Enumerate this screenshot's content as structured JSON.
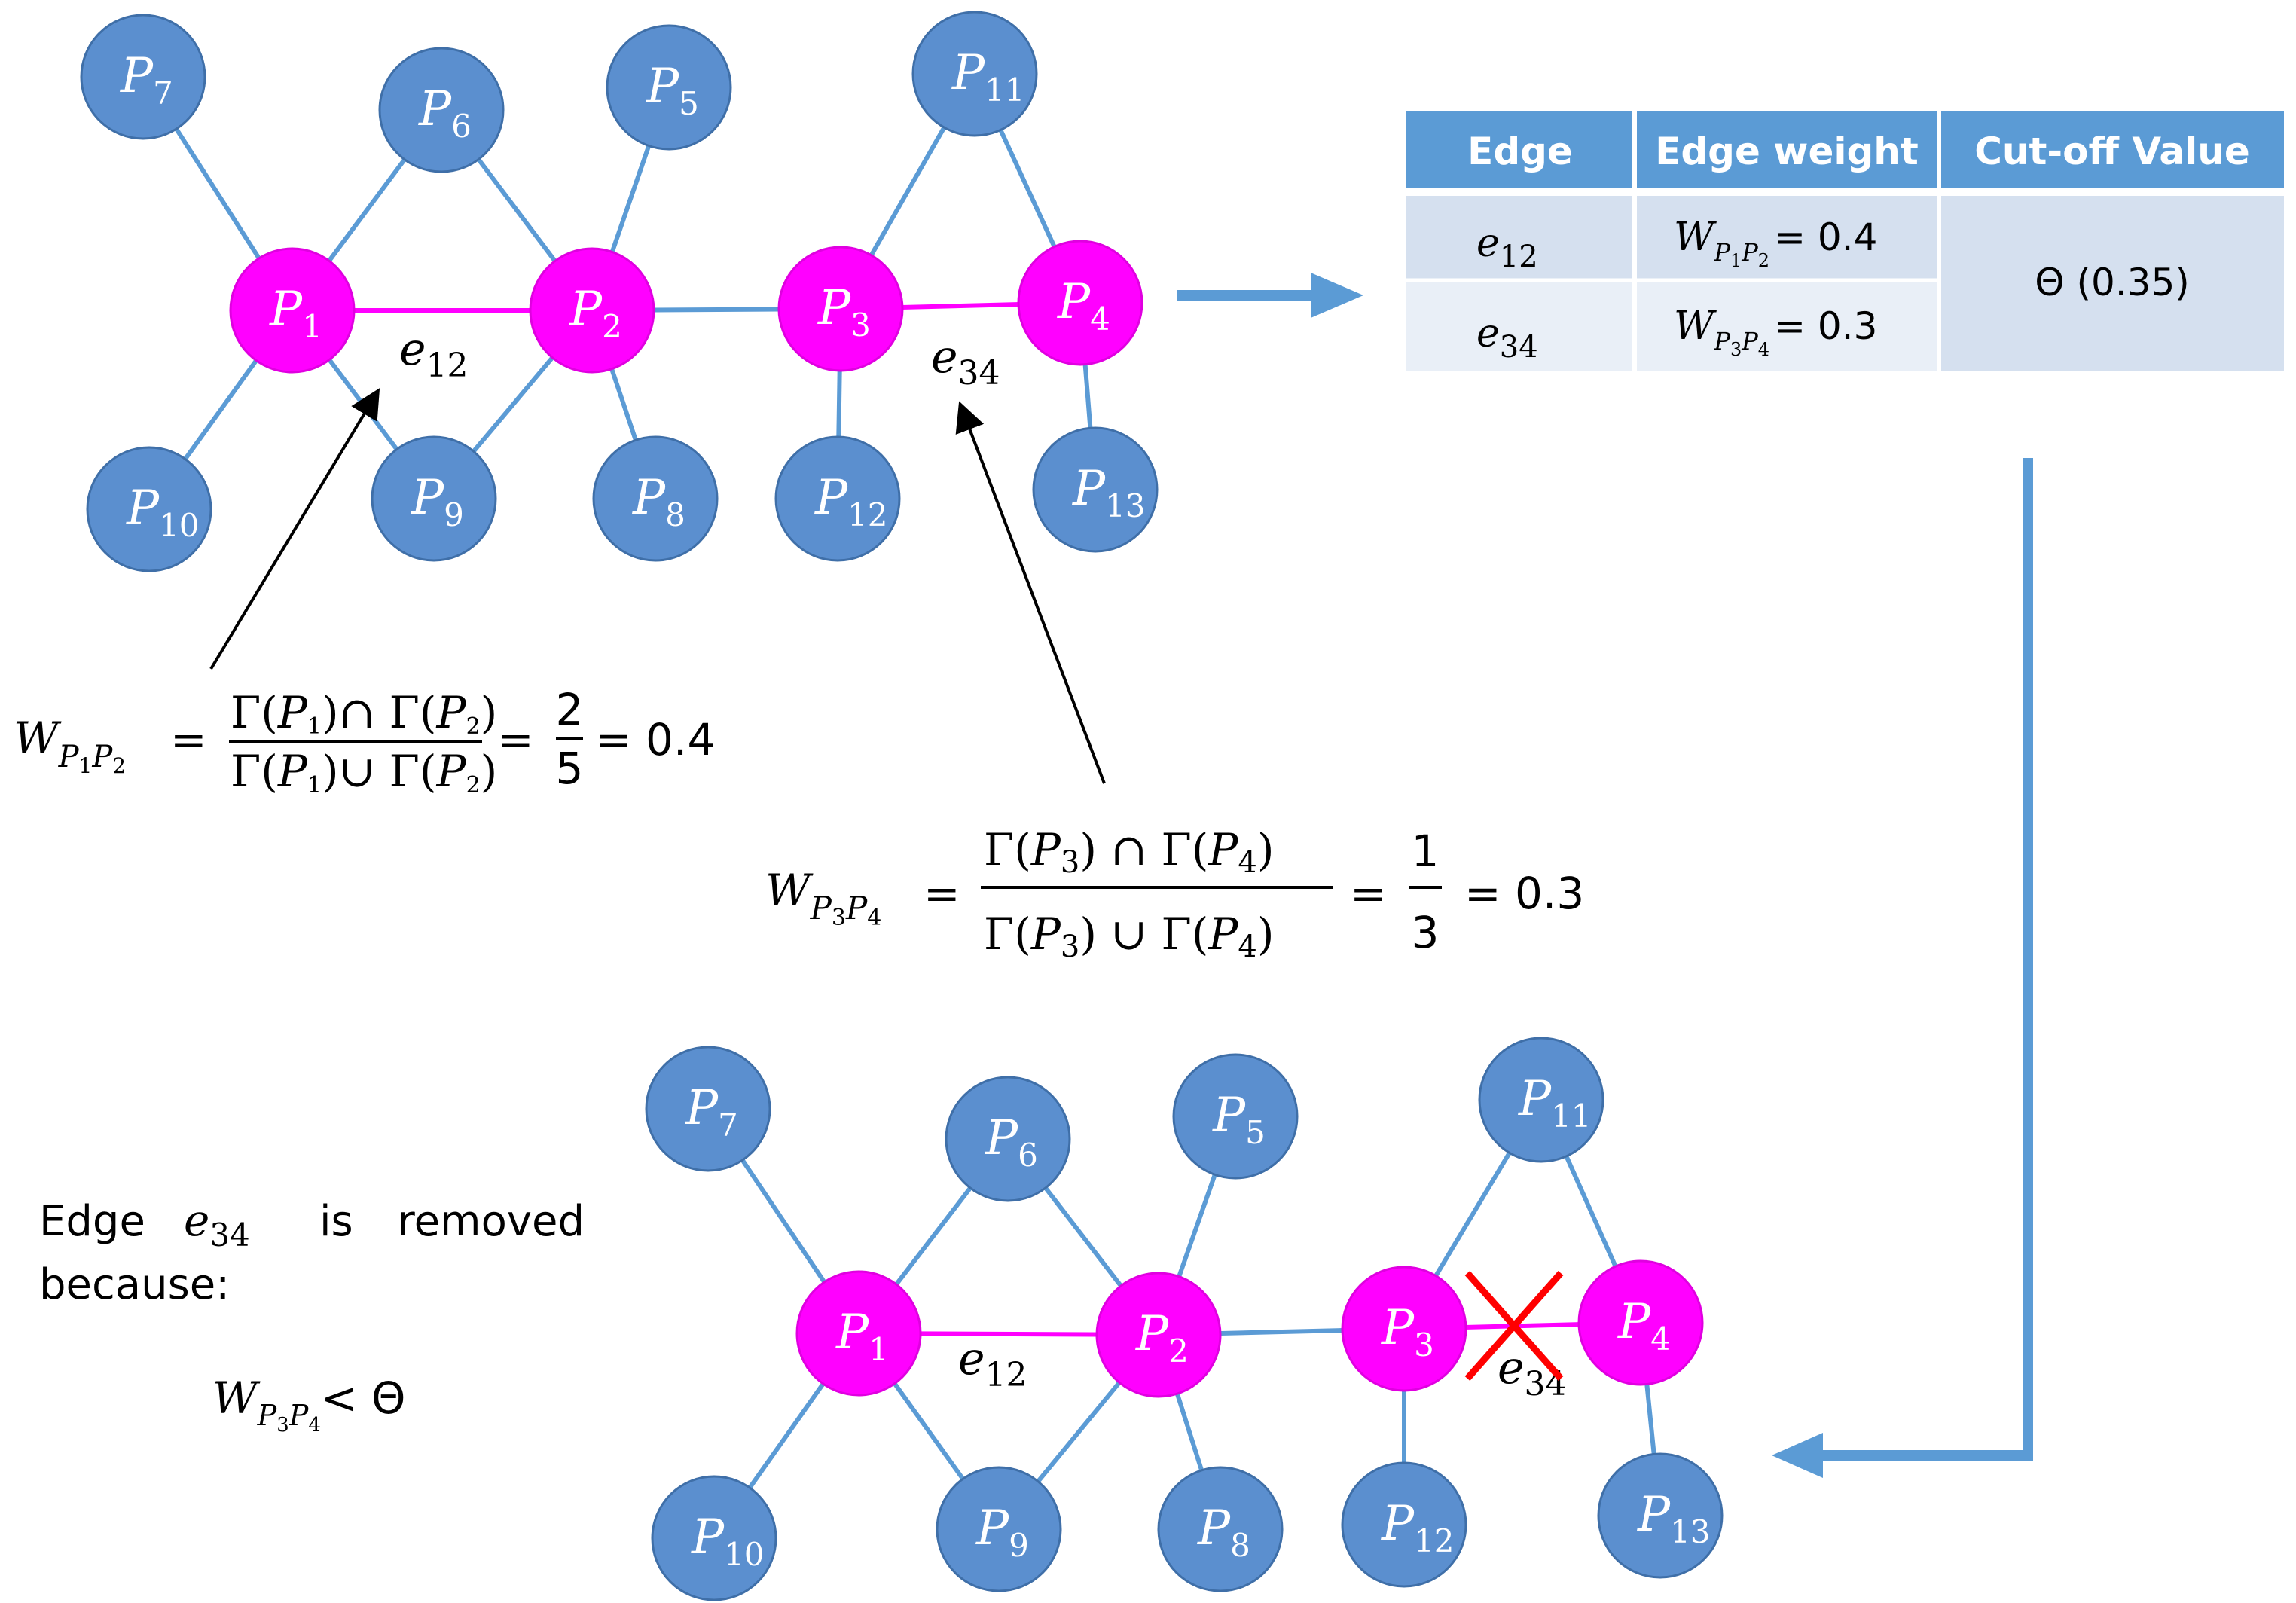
{
  "graph": {
    "nodes": {
      "P1": {
        "base": "P",
        "sub": "1"
      },
      "P2": {
        "base": "P",
        "sub": "2"
      },
      "P3": {
        "base": "P",
        "sub": "3"
      },
      "P4": {
        "base": "P",
        "sub": "4"
      },
      "P5": {
        "base": "P",
        "sub": "5"
      },
      "P6": {
        "base": "P",
        "sub": "6"
      },
      "P7": {
        "base": "P",
        "sub": "7"
      },
      "P8": {
        "base": "P",
        "sub": "8"
      },
      "P9": {
        "base": "P",
        "sub": "9"
      },
      "P10": {
        "base": "P",
        "sub": "10"
      },
      "P11": {
        "base": "P",
        "sub": "11"
      },
      "P12": {
        "base": "P",
        "sub": "12"
      },
      "P13": {
        "base": "P",
        "sub": "13"
      }
    },
    "highlighted_nodes": [
      "P1",
      "P2",
      "P3",
      "P4"
    ],
    "edges": [
      [
        "P1",
        "P7"
      ],
      [
        "P1",
        "P6"
      ],
      [
        "P1",
        "P10"
      ],
      [
        "P1",
        "P9"
      ],
      [
        "P1",
        "P2"
      ],
      [
        "P2",
        "P6"
      ],
      [
        "P2",
        "P5"
      ],
      [
        "P2",
        "P9"
      ],
      [
        "P2",
        "P8"
      ],
      [
        "P2",
        "P3"
      ],
      [
        "P3",
        "P11"
      ],
      [
        "P3",
        "P12"
      ],
      [
        "P3",
        "P4"
      ],
      [
        "P4",
        "P11"
      ],
      [
        "P4",
        "P13"
      ]
    ],
    "highlighted_edges": [
      [
        "P1",
        "P2"
      ],
      [
        "P3",
        "P4"
      ]
    ],
    "removed_edge": [
      "P3",
      "P4"
    ],
    "edge_labels": {
      "e12": {
        "base": "e",
        "sub": "12"
      },
      "e34": {
        "base": "e",
        "sub": "34"
      }
    }
  },
  "table": {
    "headers": [
      "Edge",
      "Edge weight",
      "Cut-off Value"
    ],
    "rows": [
      {
        "edge": {
          "base": "e",
          "sub": "12"
        },
        "weight": {
          "base": "W",
          "sub1": "P",
          "sub1n": "1",
          "sub2": "P",
          "sub2n": "2",
          "rest": "= 0.4"
        }
      },
      {
        "edge": {
          "base": "e",
          "sub": "34"
        },
        "weight": {
          "base": "W",
          "sub1": "P",
          "sub1n": "3",
          "sub2": "P",
          "sub2n": "4",
          "rest": "= 0.3"
        }
      }
    ],
    "cutoff": "Θ (0.35)"
  },
  "formula1": {
    "lhs": {
      "base": "W",
      "p1": "P",
      "n1": "1",
      "p2": "P",
      "n2": "2"
    },
    "eq": "=",
    "numerator": {
      "g1": "Γ(",
      "p1": "P",
      "n1": "1",
      "op": ")∩ Γ(",
      "p2": "P",
      "n2": "2",
      "close": ")"
    },
    "denominator": {
      "g1": "Γ(",
      "p1": "P",
      "n1": "1",
      "op": ")∪ Γ(",
      "p2": "P",
      "n2": "2",
      "close": ")"
    },
    "eq2": "=",
    "frac_num": "2",
    "frac_den": "5",
    "result": "= 0.4"
  },
  "formula2": {
    "lhs": {
      "base": "W",
      "p1": "P",
      "n1": "3",
      "p2": "P",
      "n2": "4"
    },
    "eq": "=",
    "numerator": {
      "g1": "Γ(",
      "p1": "P",
      "n1": "3",
      "op": ") ∩  Γ(",
      "p2": "P",
      "n2": "4",
      "close": ")"
    },
    "denominator": {
      "g1": "Γ(",
      "p1": "P",
      "n1": "3",
      "op": ") ∪  Γ(",
      "p2": "P",
      "n2": "4",
      "close": ")"
    },
    "eq2": "=",
    "frac_num": "1",
    "frac_den": "3",
    "result": "= 0.3"
  },
  "removal_note": {
    "word1": "Edge",
    "edge": {
      "base": "e",
      "sub": "34"
    },
    "word2": "is",
    "word3": "removed",
    "line2": "because:",
    "condition": {
      "base": "W",
      "p1": "P",
      "n1": "3",
      "p2": "P",
      "n2": "4",
      "rest": "< Θ"
    }
  },
  "colors": {
    "node_blue": "#5b8fcf",
    "node_magenta": "#ff00ff",
    "edge_blue": "#5b9bd5",
    "header_blue": "#5b9bd5",
    "row_light": "#d5e0ef",
    "row_lighter": "#e9eff7",
    "removal_cross": "#ff0000",
    "arrow": "#5b9bd5"
  }
}
